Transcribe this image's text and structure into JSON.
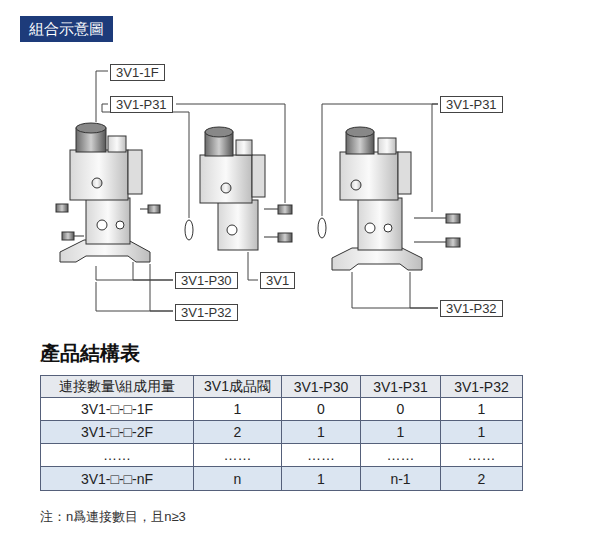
{
  "diagram": {
    "title": "組合示意圖",
    "nodes": [
      {
        "text": [
          "3V1-1F"
        ]
      },
      {
        "text": [
          "3V1-P31"
        ]
      },
      {
        "text": [
          "3V1-P31"
        ]
      },
      {
        "text": [
          "3V1-P30"
        ]
      },
      {
        "text": [
          "3V1"
        ]
      },
      {
        "text": [
          "3V1-P32"
        ]
      },
      {
        "text": [
          "3V1-P32"
        ]
      }
    ],
    "labels": [
      "產品結構表",
      "連接數量\\組成用量",
      "3V1成品閥",
      "3V1-P30",
      "3V1-P31",
      "3V1-P32",
      "3V1-□-□-1F",
      "1",
      "0",
      "0",
      "1",
      "3V1-□-□-2F",
      "2",
      "1",
      "1",
      "1",
      "……",
      "……",
      "……",
      "……",
      "……",
      "3V1-□-□-nF",
      "n",
      "1",
      "n-1",
      "2",
      "注：n爲連接數目，且n≥3"
    ]
  }
}
